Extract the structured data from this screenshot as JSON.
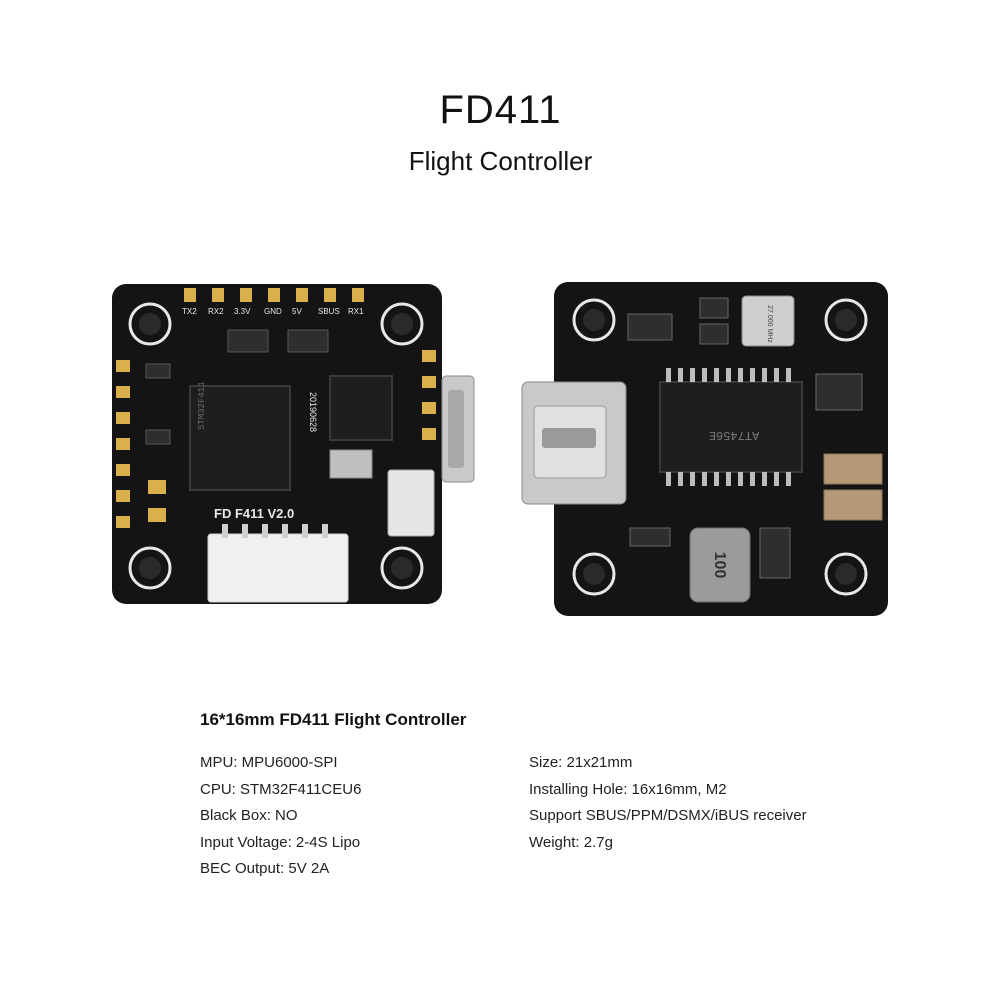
{
  "header": {
    "title": "FD411",
    "subtitle": "Flight Controller"
  },
  "front_board": {
    "silkscreen_top": [
      "TX2",
      "RX2",
      "3.3V",
      "GND",
      "5V",
      "SBUS",
      "RX1"
    ],
    "board_label": "FD  F411  V2.0",
    "chip_code": "20190628"
  },
  "back_board": {
    "crystal_label": "27.000 MHz",
    "inductor_label": "100",
    "ic_label": "AT7456E"
  },
  "specs": {
    "heading": "16*16mm FD411 Flight Controller",
    "left": [
      "MPU: MPU6000-SPI",
      "CPU: STM32F411CEU6",
      "Black Box: NO",
      "Input Voltage: 2-4S Lipo",
      "BEC Output: 5V 2A"
    ],
    "right": [
      "Size: 21x21mm",
      "Installing Hole: 16x16mm, M2",
      "Support SBUS/PPM/DSMX/iBUS receiver",
      "Weight: 2.7g"
    ]
  },
  "colors": {
    "pcb": "#141414",
    "pad_gold": "#d9b04a",
    "silk_white": "#e8e8e8",
    "chip": "#1e1e1e",
    "usb_silver": "#c9c9c9"
  }
}
